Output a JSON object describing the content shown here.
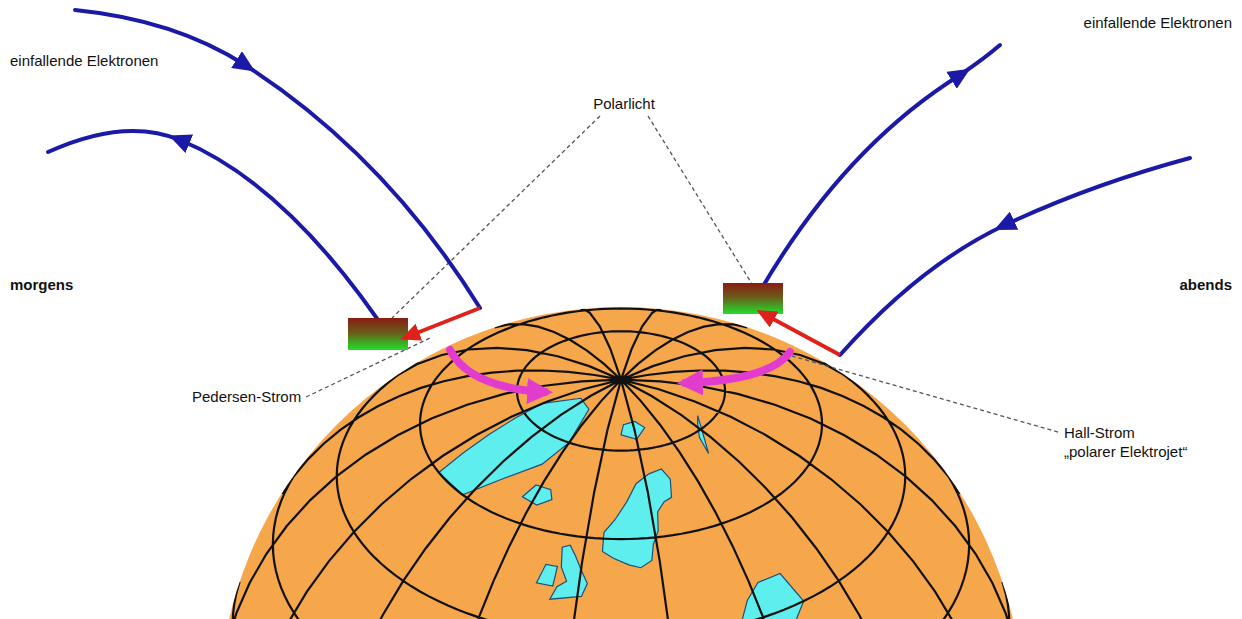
{
  "diagram": {
    "labels": [
      "einfallende Elektronen",
      "einfallende Elektronen",
      "Polarlicht",
      "morgens",
      "abends",
      "Pedersen-Strom",
      "Hall-Strom",
      "„polarer Elektrojet“"
    ]
  }
}
